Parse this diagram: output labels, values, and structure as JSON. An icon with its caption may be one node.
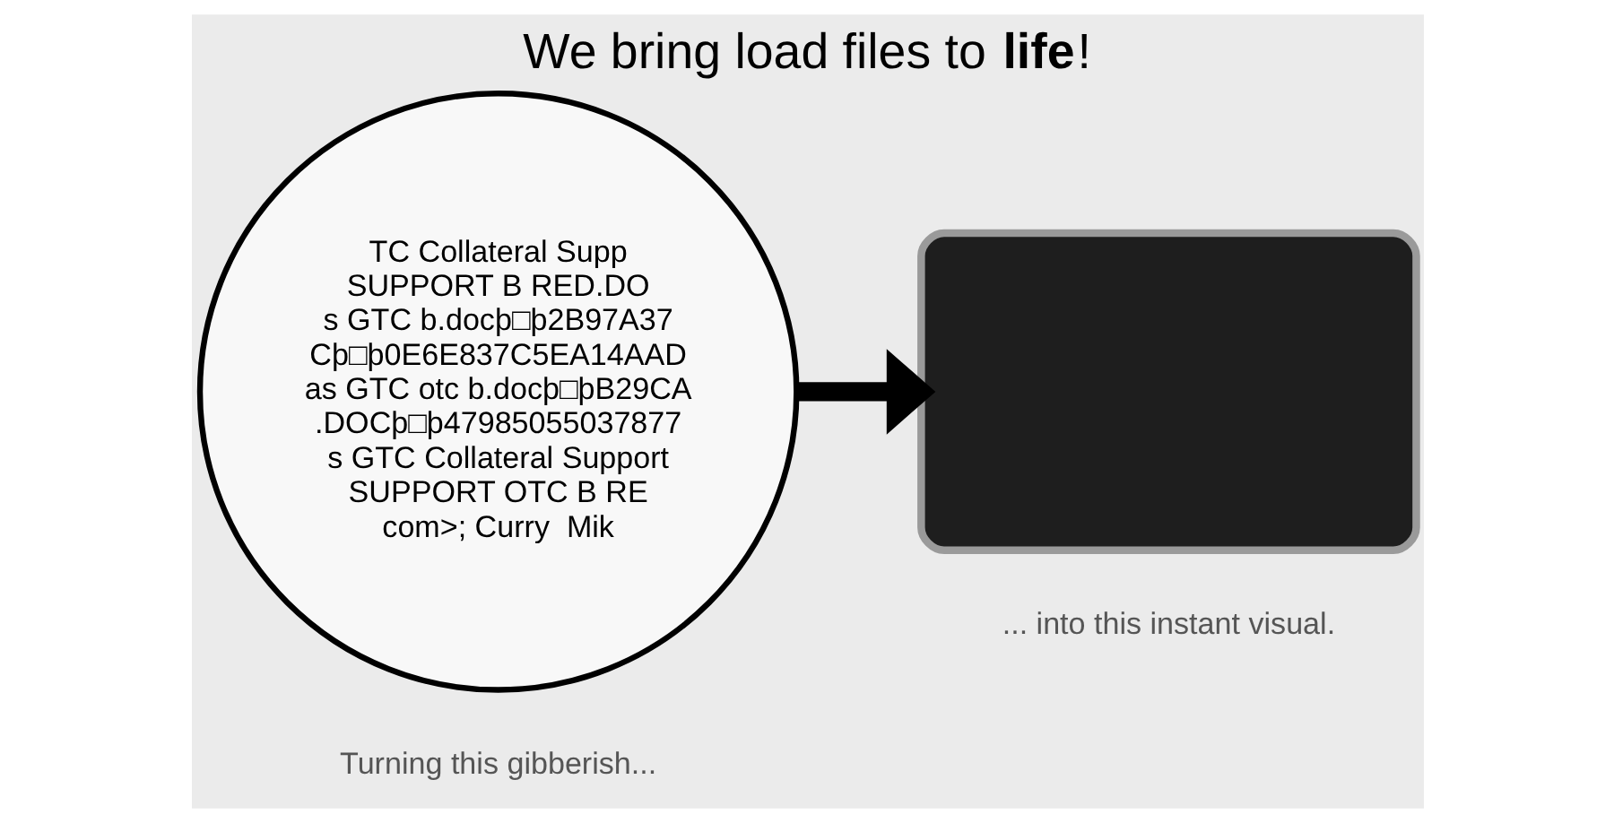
{
  "diagram": {
    "title": "We bring load files to **life**!",
    "nodes": [
      {
        "text": [
          "TC Collateral Supp",
          "SUPPORT B RED.DO",
          "s GTC b.docþ□þ2B97A37",
          "Cþ□þ0E6E837C5EA14AAD",
          "as GTC otc b.docþ□þB29CA",
          ".DOCþ□þ47985055037877",
          "s GTC Collateral Support",
          "SUPPORT OTC B RE",
          "com>; Curry  Mik"
        ],
        "beside": [
          "Turning this gibberish..."
        ]
      },
      {
        "text": [],
        "shape": "box",
        "beside": [
          "... into this instant visual."
        ]
      }
    ],
    "edges": [
      {
        "from": 0,
        "to": 1,
        "arrow": "to"
      }
    ]
  }
}
